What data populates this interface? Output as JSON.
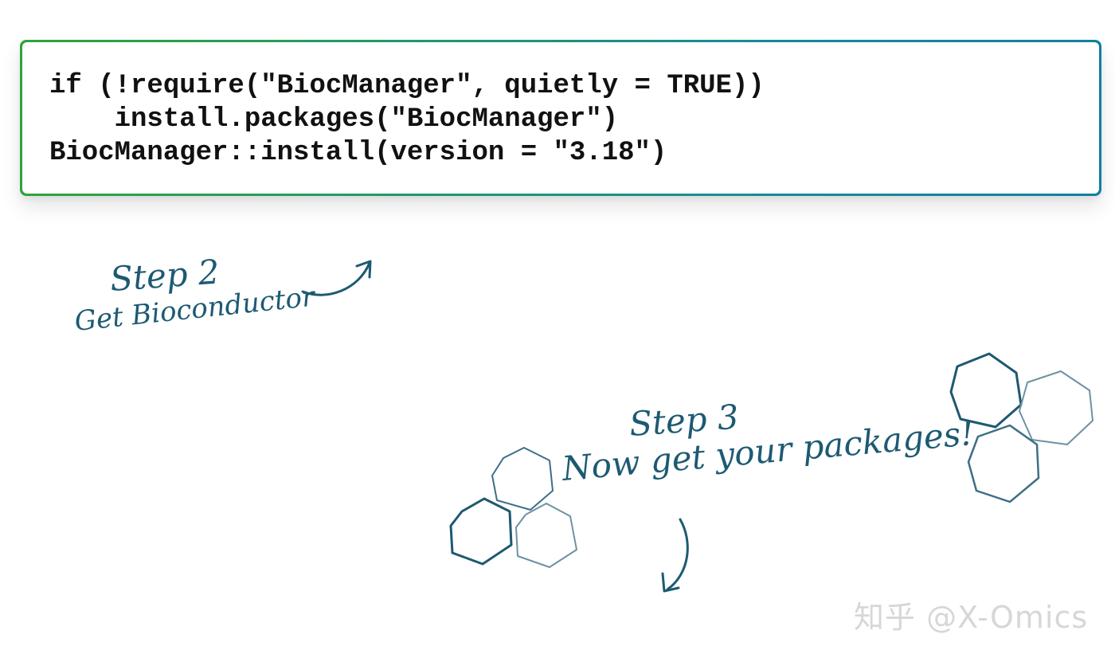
{
  "code_block": {
    "lines": [
      "if (!require(\"BiocManager\", quietly = TRUE))",
      "    install.packages(\"BiocManager\")",
      "BiocManager::install(version = \"3.18\")"
    ]
  },
  "annotations": {
    "step2_title": "Step 2",
    "step2_subtitle": "Get Bioconductor",
    "step3_title": "Step 3",
    "step3_subtitle": "Now get your packages!"
  },
  "watermark": "知乎 @X-Omics",
  "icons": {
    "step2_arrow": "curved-arrow-up-right-icon",
    "step3_arrow": "curved-arrow-down-icon",
    "hexagons": "hexagon-cluster-icon"
  },
  "colors": {
    "border_start": "#2ea43a",
    "border_end": "#11809f",
    "annotation": "#1d5a72",
    "code_text": "#111111",
    "watermark": "#d7d7d7"
  }
}
